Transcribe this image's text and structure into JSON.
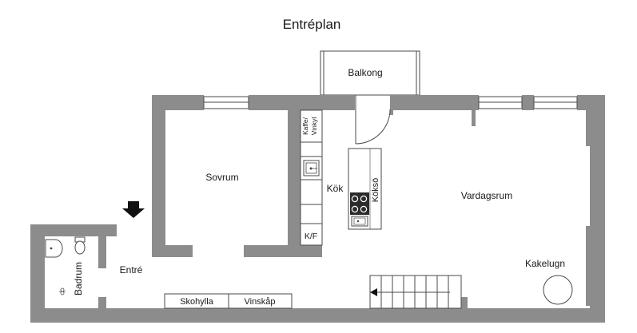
{
  "title": "Entréplan",
  "rooms": {
    "balkong": "Balkong",
    "sovrum": "Sovrum",
    "kok": "Kök",
    "vardagsrum": "Vardagsrum",
    "entre": "Entré",
    "badrum": "Badrum",
    "kakelugn": "Kakelugn"
  },
  "fixtures": {
    "kaffe_line1": "Kaffe/",
    "kaffe_line2": "Vinkyl",
    "koks": "Köksö",
    "kf": "K/F",
    "skohylla": "Skohylla",
    "vinskap": "Vinskåp"
  },
  "colors": {
    "wall": "#8c8c8c",
    "line": "#4a4a4a",
    "arrow": "#111111",
    "stove": "#2b2b2b"
  }
}
